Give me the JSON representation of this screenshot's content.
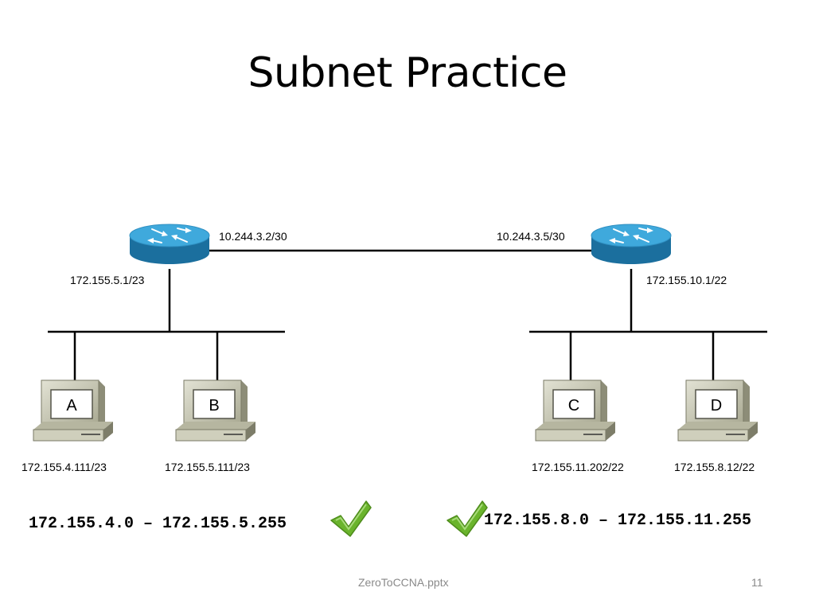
{
  "slide": {
    "title": "Subnet Practice",
    "footer_file": "ZeroToCCNA.pptx",
    "page_number": "11"
  },
  "routers": {
    "left": {
      "wan_ip": "10.244.3.2/30",
      "lan_ip": "172.155.5.1/23",
      "icon": "router-icon"
    },
    "right": {
      "wan_ip": "10.244.3.5/30",
      "lan_ip": "172.155.10.1/22",
      "icon": "router-icon"
    }
  },
  "hosts": [
    {
      "letter": "A",
      "ip": "172.155.4.111/23"
    },
    {
      "letter": "B",
      "ip": "172.155.5.111/23"
    },
    {
      "letter": "C",
      "ip": "172.155.11.202/22"
    },
    {
      "letter": "D",
      "ip": "172.155.8.12/22"
    }
  ],
  "ranges": {
    "left": "172.155.4.0 – 172.155.5.255",
    "right": "172.155.8.0 – 172.155.11.255"
  },
  "icons": {
    "check": "checkmark-icon",
    "computer": "computer-icon"
  },
  "colors": {
    "router_top": "#3fa9dc",
    "router_side": "#1b6f9e",
    "check": "#6ab42c",
    "pc_body": "#c9c9b8"
  }
}
